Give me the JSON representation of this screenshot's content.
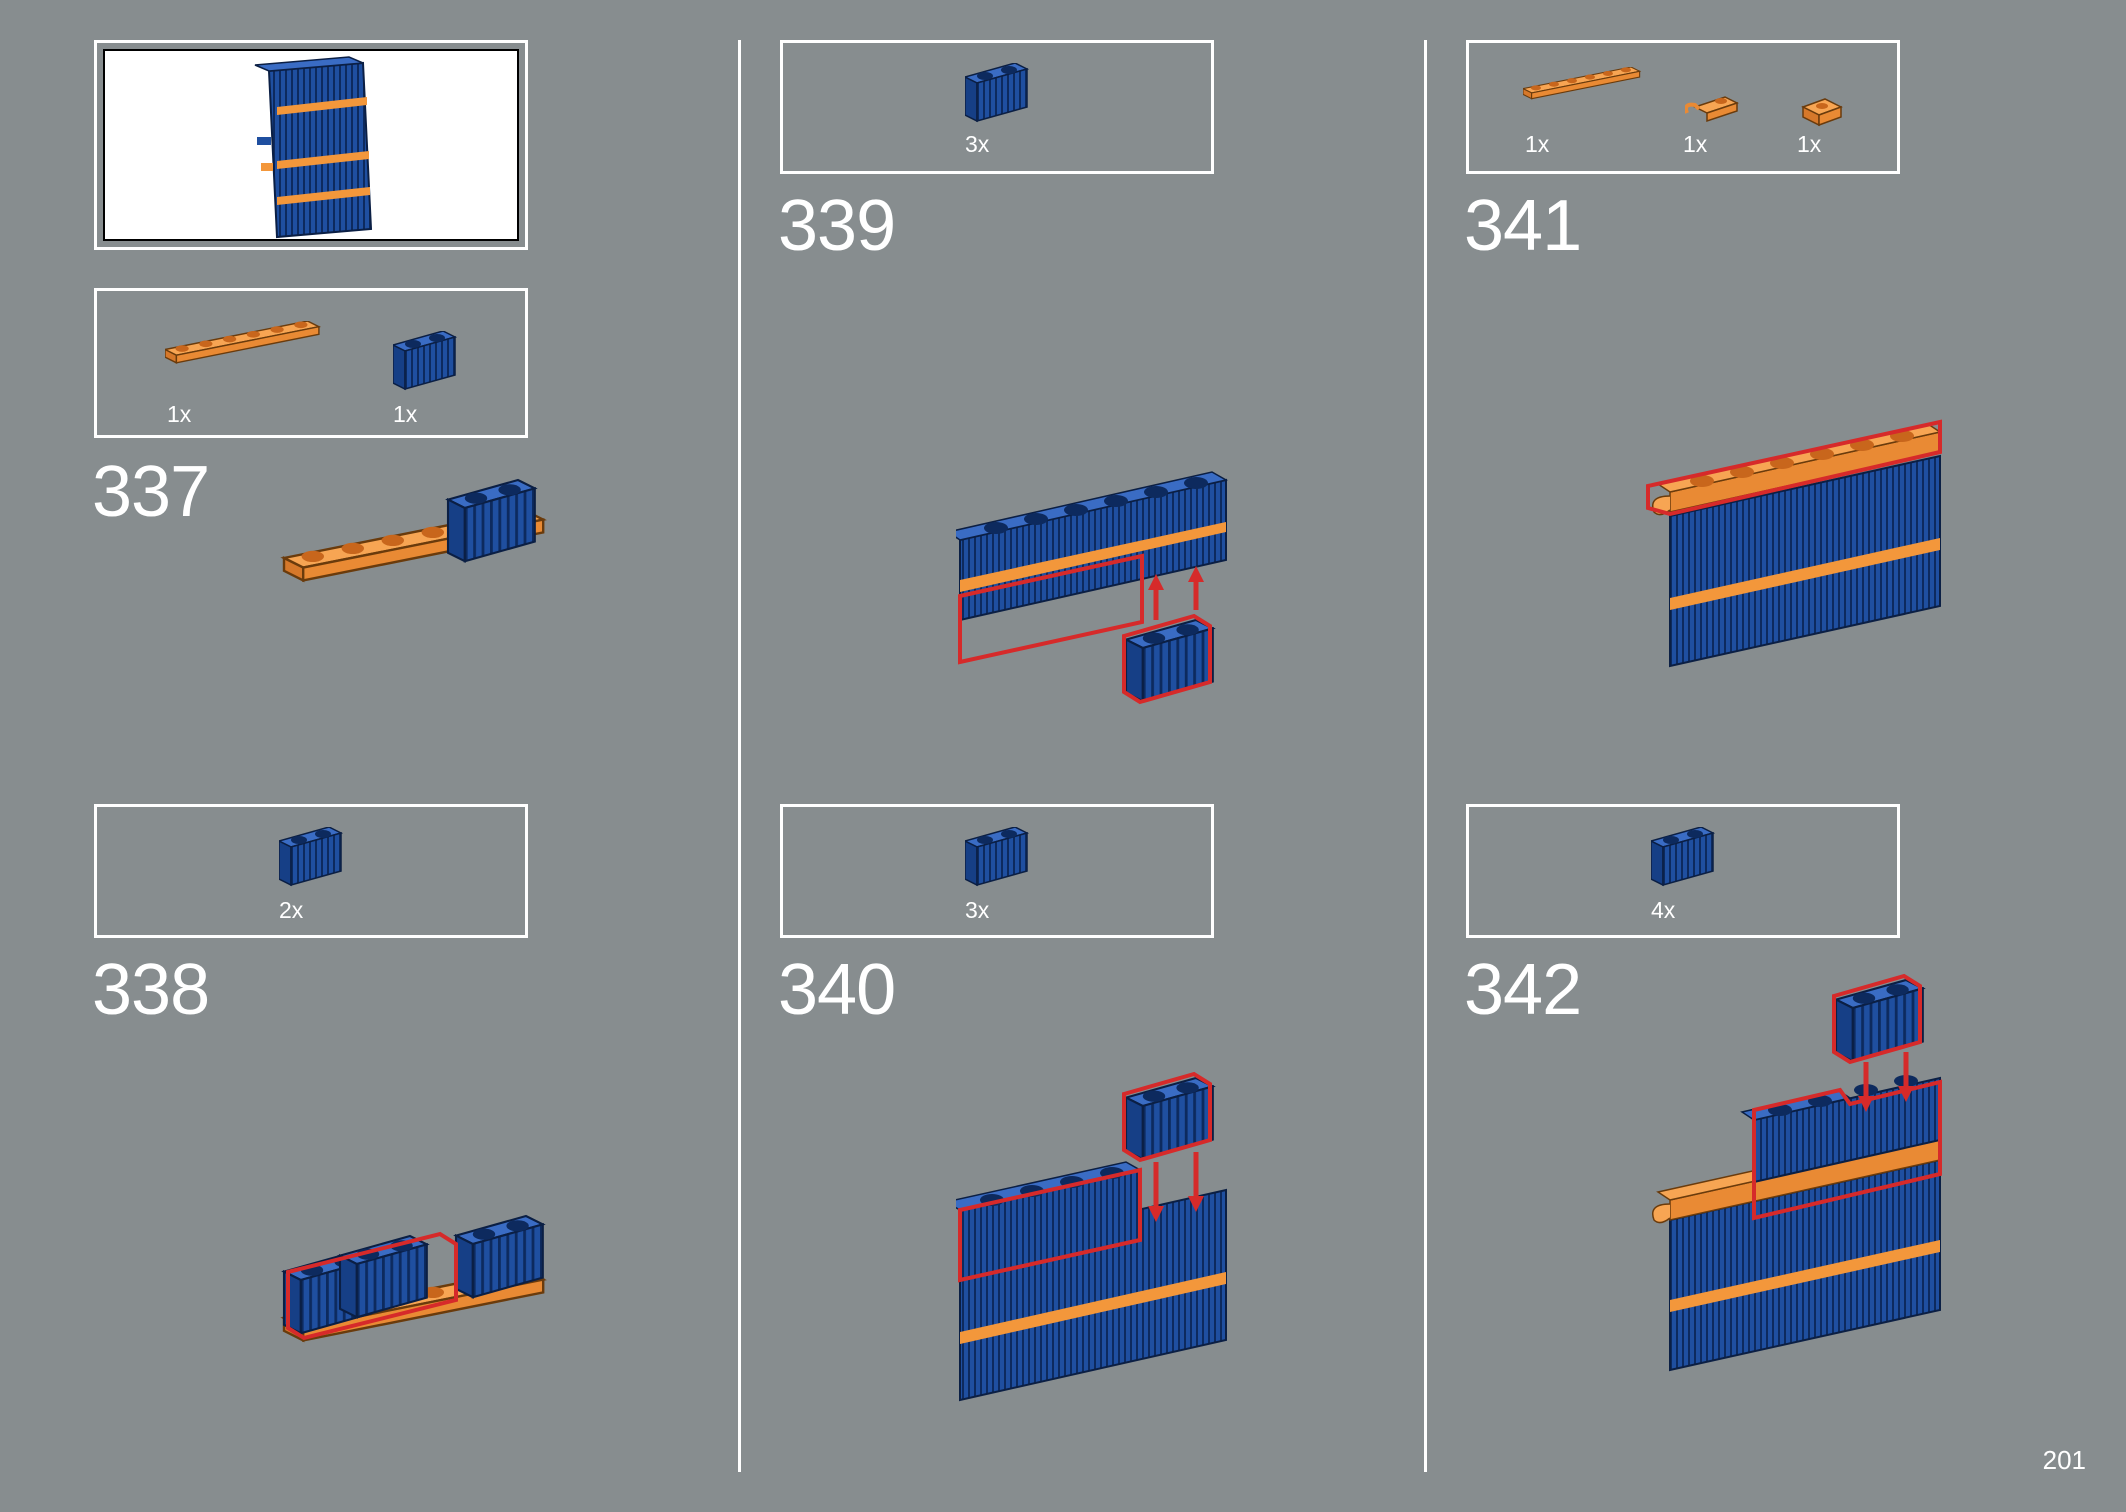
{
  "page_number": "201",
  "colors": {
    "background": "#878d8f",
    "blue": "#1f4fa0",
    "blue_dark": "#0d2a5e",
    "orange": "#f3973b",
    "red": "#d62a2a"
  },
  "steps": [
    {
      "number": "337",
      "parts": [
        {
          "name": "orange-plate-1x6",
          "qty": "1x"
        },
        {
          "name": "blue-brick-1x2",
          "qty": "1x"
        }
      ]
    },
    {
      "number": "338",
      "parts": [
        {
          "name": "blue-brick-1x2",
          "qty": "2x"
        }
      ]
    },
    {
      "number": "339",
      "parts": [
        {
          "name": "blue-brick-1x2",
          "qty": "3x"
        }
      ]
    },
    {
      "number": "340",
      "parts": [
        {
          "name": "blue-brick-1x2",
          "qty": "3x"
        }
      ]
    },
    {
      "number": "341",
      "parts": [
        {
          "name": "orange-plate-1x4",
          "qty": "1x"
        },
        {
          "name": "orange-plate-clip",
          "qty": "1x"
        },
        {
          "name": "orange-plate-1x1",
          "qty": "1x"
        }
      ]
    },
    {
      "number": "342",
      "parts": [
        {
          "name": "blue-brick-1x2",
          "qty": "4x"
        }
      ]
    }
  ]
}
